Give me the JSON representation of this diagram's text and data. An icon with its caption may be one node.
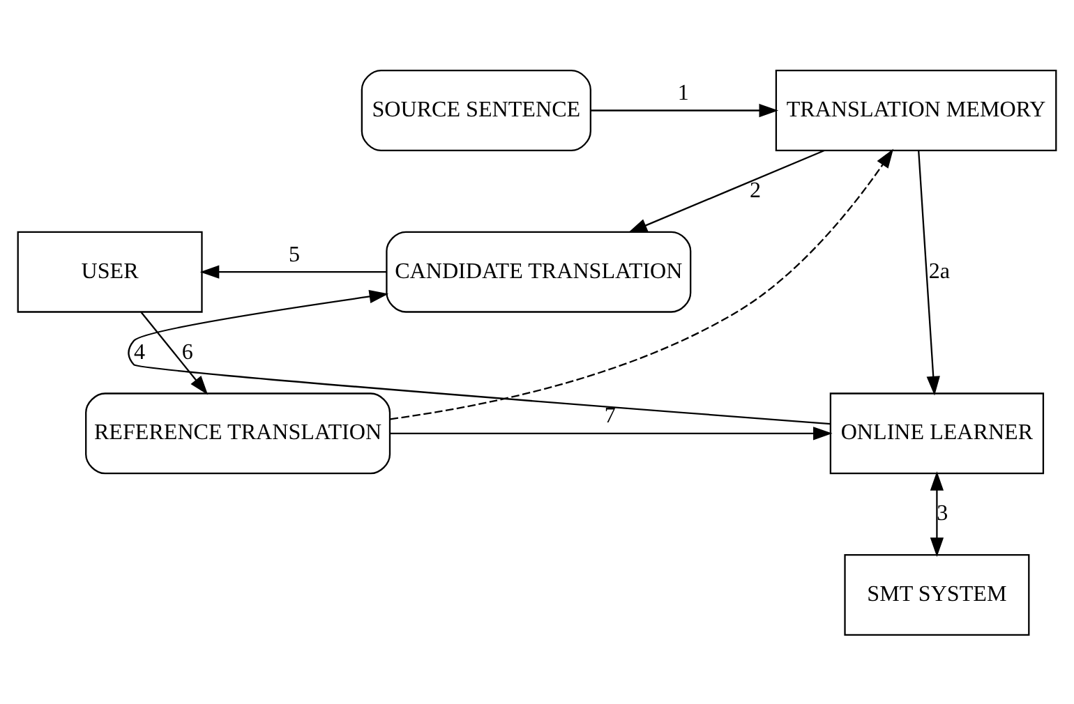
{
  "diagram": {
    "nodes": [
      {
        "text": [
          "SOURCE SENTENCE"
        ]
      },
      {
        "text": [
          "TRANSLATION MEMORY"
        ]
      },
      {
        "text": [
          "CANDIDATE TRANSLATION"
        ]
      },
      {
        "text": [
          "USER"
        ]
      },
      {
        "text": [
          "REFERENCE TRANSLATION"
        ]
      },
      {
        "text": [
          "ONLINE LEARNER"
        ]
      },
      {
        "text": [
          "SMT SYSTEM"
        ]
      }
    ],
    "edges": [
      {
        "from": 0,
        "to": 1,
        "arrow": "to",
        "label": "1"
      },
      {
        "from": 1,
        "to": 2,
        "arrow": "to",
        "label": "2"
      },
      {
        "from": 1,
        "to": 5,
        "arrow": "to",
        "label": "2a"
      },
      {
        "from": 5,
        "to": 6,
        "arrow": "both",
        "label": "3"
      },
      {
        "from": 5,
        "to": 2,
        "arrow": "to",
        "label": "4"
      },
      {
        "from": 2,
        "to": 3,
        "arrow": "to",
        "label": "5"
      },
      {
        "from": 3,
        "to": 4,
        "arrow": "to",
        "label": "6"
      },
      {
        "from": 4,
        "to": 5,
        "arrow": "to",
        "label": "7"
      },
      {
        "from": 4,
        "to": 1,
        "arrow": "to",
        "style": "dashed"
      }
    ]
  }
}
